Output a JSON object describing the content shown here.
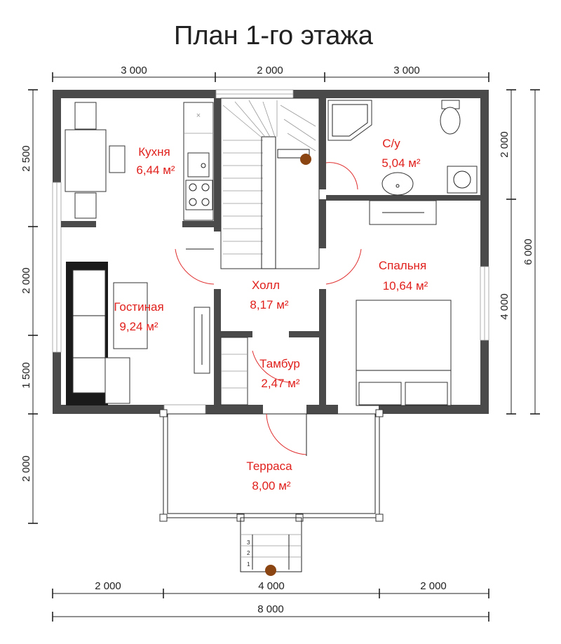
{
  "title": "План 1-го этажа",
  "dimensions": {
    "top": [
      "3 000",
      "2 000",
      "3 000"
    ],
    "left": [
      "2 500",
      "2 000",
      "1 500",
      "2 000"
    ],
    "right_inner": [
      "2 000",
      "4 000"
    ],
    "right_outer": "6 000",
    "bottom_row": [
      "2 000",
      "4 000",
      "2 000"
    ],
    "bottom_total": "8 000"
  },
  "rooms": {
    "kitchen": {
      "name": "Кухня",
      "area": "6,44 м²"
    },
    "bathroom": {
      "name": "С/у",
      "area": "5,04 м²"
    },
    "living": {
      "name": "Гостиная",
      "area": "9,24 м²"
    },
    "hall": {
      "name": "Холл",
      "area": "8,17 м²"
    },
    "bedroom": {
      "name": "Спальня",
      "area": "10,64 м²"
    },
    "vestibule": {
      "name": "Тамбур",
      "area": "2,47 м²"
    },
    "terrace": {
      "name": "Терраса",
      "area": "8,00 м²"
    }
  },
  "steps": {
    "s1": "1",
    "s2": "2",
    "s3": "3"
  },
  "colors": {
    "label": "#e0201c",
    "wall": "#4a4a4a",
    "pillar": "#8b4513"
  }
}
